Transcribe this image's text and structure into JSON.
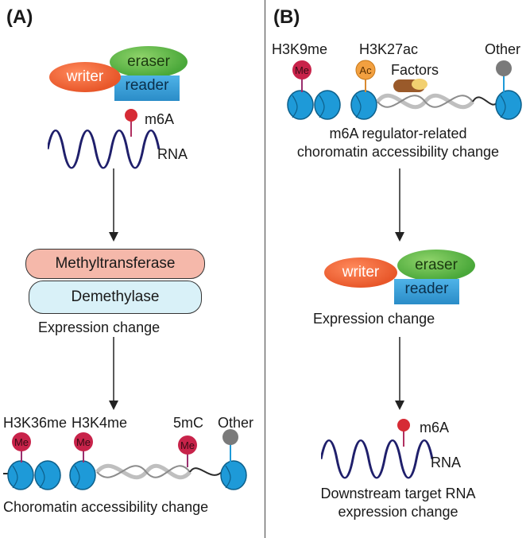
{
  "panel_a": {
    "label": "(A)",
    "writer": "writer",
    "eraser": "eraser",
    "reader": "reader",
    "m6a": "m6A",
    "rna": "RNA",
    "methyltransferase": "Methyltransferase",
    "demethylase": "Demethylase",
    "expression_change": "Expression change",
    "marks": {
      "h3k36me": "H3K36me",
      "h3k4me": "H3K4me",
      "m5c": "5mC",
      "other": "Other",
      "me": "Me"
    },
    "chromatin_change": "Choromatin accessibility change"
  },
  "panel_b": {
    "label": "(B)",
    "marks": {
      "h3k9me": "H3K9me",
      "h3k27ac": "H3K27ac",
      "factors": "Factors",
      "other": "Other",
      "me": "Me",
      "ac": "Ac"
    },
    "regulator_line1": "m6A regulator-related",
    "regulator_line2": "choromatin accessibility change",
    "writer": "writer",
    "eraser": "eraser",
    "reader": "reader",
    "expression_change": "Expression change",
    "m6a": "m6A",
    "rna": "RNA",
    "downstream_line1": "Downstream target RNA",
    "downstream_line2": "expression change"
  },
  "colors": {
    "writer": "#e8572a",
    "eraser": "#4aa83a",
    "reader": "#2a8cc8",
    "methyltransferase": "#f5b8aa",
    "demethylase": "#d9f1f8",
    "me_mark": "#c8234a",
    "ac_mark": "#f2a040",
    "nucleosome": "#1e9ad8",
    "rna_wave": "#1f1f6b"
  }
}
